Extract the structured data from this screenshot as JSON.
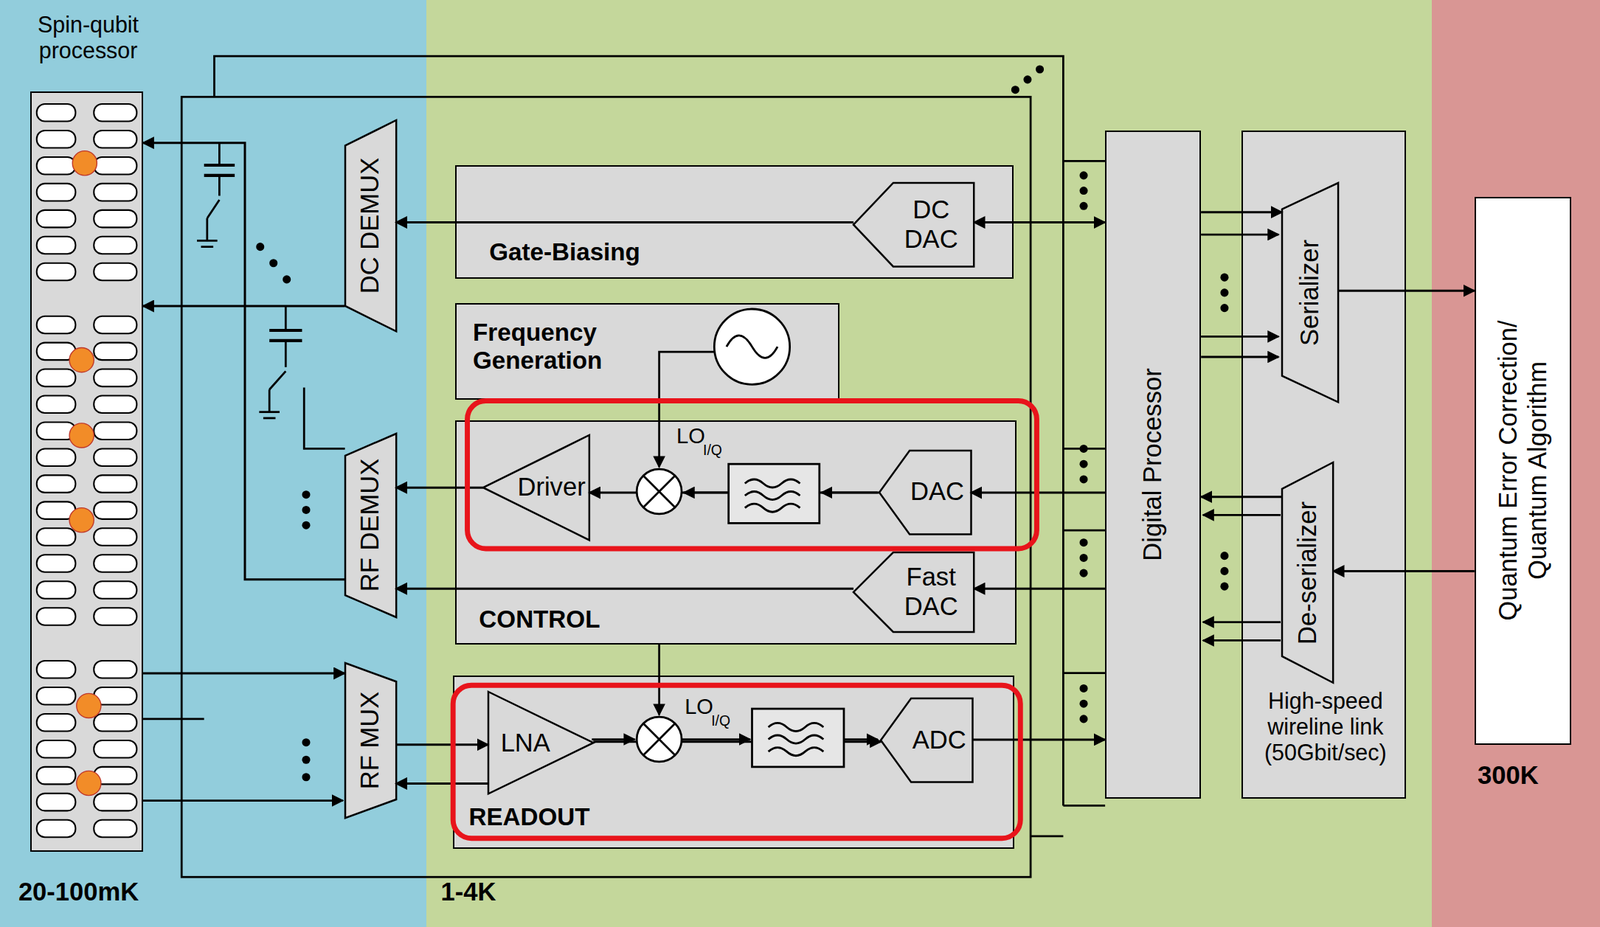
{
  "diagram": {
    "nodes": [
      {
        "text": [
          "20-100mK"
        ]
      },
      {
        "text": [
          "1-4K"
        ]
      },
      {
        "text": [
          "300K"
        ]
      },
      {
        "text": [
          "Spin-qubit processor"
        ],
        "in": 0
      },
      {
        "text": [
          "DC DEMUX"
        ],
        "in": 0
      },
      {
        "text": [
          "RF DEMUX"
        ],
        "in": 0
      },
      {
        "text": [
          "RF MUX"
        ],
        "in": 0
      },
      {
        "text": [
          "Gate-Biasing"
        ],
        "in": 1
      },
      {
        "text": [
          "DC DAC"
        ],
        "in": 7
      },
      {
        "text": [
          "Frequency Generation"
        ],
        "in": 1
      },
      {
        "text": [
          "CONTROL"
        ],
        "in": 1
      },
      {
        "text": [
          "Driver"
        ],
        "in": 10
      },
      {
        "text": [
          "DAC"
        ],
        "in": 10
      },
      {
        "text": [
          "Fast DAC"
        ],
        "in": 10
      },
      {
        "text": [
          "READOUT"
        ],
        "in": 1
      },
      {
        "text": [
          "LNA"
        ],
        "in": 14
      },
      {
        "text": [
          "ADC"
        ],
        "in": 14
      },
      {
        "text": [
          "Digital Processor"
        ],
        "in": 1
      },
      {
        "text": [
          "High-speed wireline link (50Gbit/sec)"
        ],
        "in": 1
      },
      {
        "text": [
          "Serializer"
        ],
        "in": 18
      },
      {
        "text": [
          "De-serializer"
        ],
        "in": 18
      },
      {
        "text": [
          "Quantum Error Correction/ Quantum Algorithm"
        ],
        "in": 2
      }
    ],
    "edges": [
      {
        "from": 17,
        "to": 8,
        "arrow": "both"
      },
      {
        "from": 8,
        "to": 4,
        "arrow": "to"
      },
      {
        "from": 4,
        "to": 3,
        "arrow": "to"
      },
      {
        "from": 17,
        "to": 12,
        "arrow": "to"
      },
      {
        "from": 12,
        "to": 11,
        "arrow": "to"
      },
      {
        "from": 11,
        "to": 5,
        "arrow": "to"
      },
      {
        "from": 17,
        "to": 13,
        "arrow": "to"
      },
      {
        "from": 13,
        "to": 5,
        "arrow": "to"
      },
      {
        "from": 5,
        "to": 3,
        "arrow": "to"
      },
      {
        "from": 3,
        "to": 6,
        "arrow": "to"
      },
      {
        "from": 6,
        "to": 15,
        "arrow": "to"
      },
      {
        "from": 15,
        "to": 6,
        "arrow": "to"
      },
      {
        "from": 15,
        "to": 16,
        "arrow": "to"
      },
      {
        "from": 16,
        "to": 17,
        "arrow": "to"
      },
      {
        "from": 17,
        "to": 19,
        "arrow": "to"
      },
      {
        "from": 20,
        "to": 17,
        "arrow": "to"
      },
      {
        "from": 19,
        "to": 21,
        "arrow": "to"
      },
      {
        "from": 21,
        "to": 20,
        "arrow": "to"
      }
    ],
    "labels": [
      "LO",
      "I/Q",
      "LO",
      "I/Q"
    ]
  }
}
